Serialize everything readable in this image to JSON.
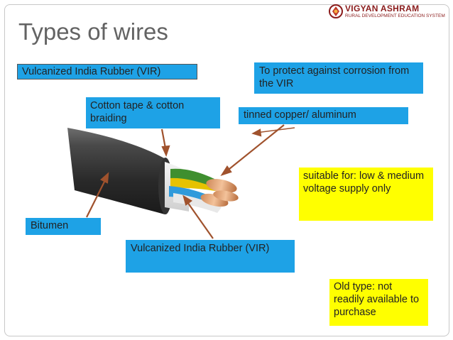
{
  "slide": {
    "title": "Types of wires",
    "logo": {
      "name": "VIGYAN ASHRAM",
      "subtitle": "RURAL DEVELOPMENT EDUCATION SYSTEM"
    },
    "labels": {
      "vir_top": "Vulcanized India Rubber (VIR)",
      "corrosion": "To protect against corrosion from the VIR",
      "cotton": "Cotton tape & cotton braiding",
      "tinned": "tinned copper/  aluminum",
      "suitable": "suitable for: low & medium voltage supply only",
      "bitumen": "Bitumen",
      "vir_bottom": "Vulcanized India Rubber (VIR)",
      "old_type": "Old type: not readily available to purchase"
    }
  },
  "colors": {
    "title_gray": "#636363",
    "label_blue": "#1ea2e6",
    "label_yellow": "#ffff00",
    "arrow_brown": "#a0522d",
    "logo_maroon": "#8a1b1b"
  }
}
